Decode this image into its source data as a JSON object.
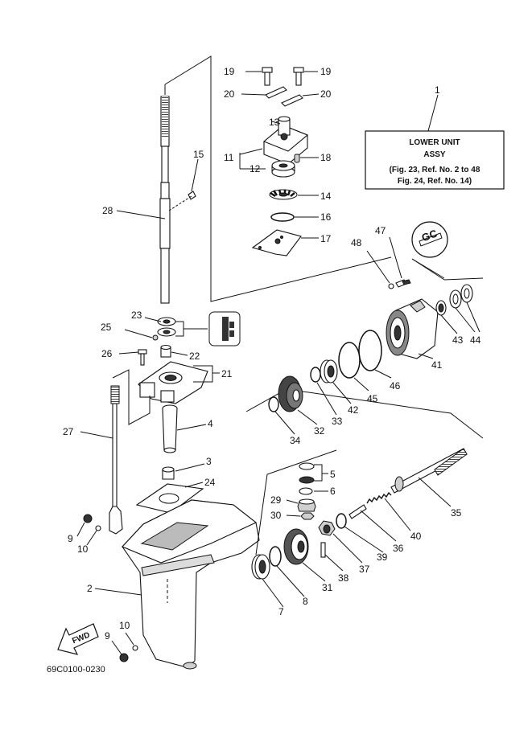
{
  "title_box": {
    "line1": "LOWER UNIT",
    "line2": "ASSY",
    "line3": "(Fig. 23, Ref. No. 2 to 48",
    "line4": "Fig. 24, Ref. No. 14)",
    "ref": "1"
  },
  "drawing_code": "69C0100-0230",
  "fwd_label": "FWD",
  "sealant_label": "GC",
  "callouts": {
    "c2": "2",
    "c3": "3",
    "c4": "4",
    "c5": "5",
    "c6": "6",
    "c7": "7",
    "c8": "8",
    "c9a": "9",
    "c9b": "9",
    "c10a": "10",
    "c10b": "10",
    "c11": "11",
    "c12": "12",
    "c13": "13",
    "c14": "14",
    "c15": "15",
    "c16": "16",
    "c17": "17",
    "c18": "18",
    "c19a": "19",
    "c19b": "19",
    "c20a": "20",
    "c20b": "20",
    "c21": "21",
    "c22": "22",
    "c23": "23",
    "c24": "24",
    "c25": "25",
    "c26": "26",
    "c27": "27",
    "c28": "28",
    "c29": "29",
    "c30": "30",
    "c31": "31",
    "c32": "32",
    "c33": "33",
    "c34": "34",
    "c35": "35",
    "c36": "36",
    "c37": "37",
    "c38": "38",
    "c39": "39",
    "c40": "40",
    "c41": "41",
    "c42": "42",
    "c43": "43",
    "c44": "44",
    "c45": "45",
    "c46": "46",
    "c47": "47",
    "c48": "48"
  }
}
